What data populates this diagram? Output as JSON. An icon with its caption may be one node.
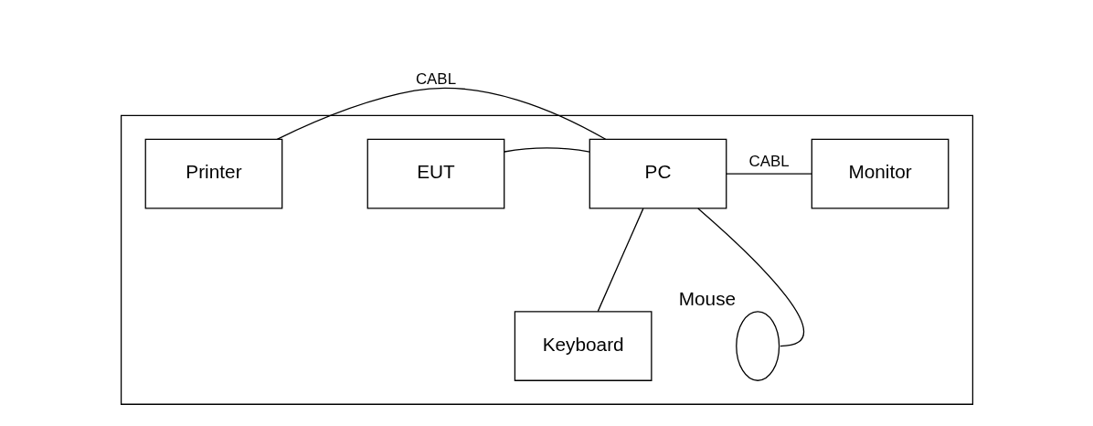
{
  "diagram": {
    "nodes": [
      {
        "text": [],
        "shape": "box"
      },
      {
        "text": [
          "Printer"
        ],
        "in": 0
      },
      {
        "text": [
          "EUT"
        ],
        "in": 0
      },
      {
        "text": [
          "PC"
        ],
        "in": 0
      },
      {
        "text": [
          "Monitor"
        ],
        "in": 0
      },
      {
        "text": [
          "Keyboard"
        ],
        "in": 0
      },
      {
        "text": [],
        "shape": "ellipse",
        "beside": [
          "Mouse"
        ],
        "in": 0
      }
    ],
    "edges": [
      {
        "from": 1,
        "to": 3,
        "arrow": "none",
        "label": "CABL"
      },
      {
        "from": 2,
        "to": 3,
        "arrow": "none"
      },
      {
        "from": 3,
        "to": 4,
        "arrow": "none",
        "label": "CABL"
      },
      {
        "from": 3,
        "to": 5,
        "arrow": "none"
      },
      {
        "from": 3,
        "to": 6,
        "arrow": "none"
      }
    ]
  }
}
